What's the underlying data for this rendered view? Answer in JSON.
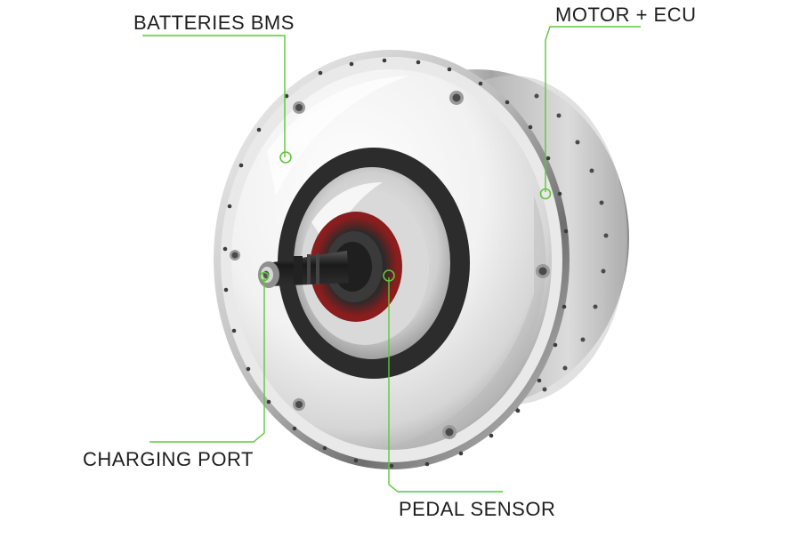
{
  "labels": {
    "batteries_bms": "BATTERIES BMS",
    "motor_ecu": "MOTOR + ECU",
    "charging_port": "CHARGING PORT",
    "pedal_sensor": "PEDAL SENSOR"
  },
  "colors": {
    "callout_green": "#5fc63b",
    "label_text": "#1e1e1e",
    "shell_highlight": "#fafafa",
    "shell_shadow": "#8c8c8c",
    "seal_ring": "#2c2c2c",
    "bearing_red": "#8a1d1d"
  },
  "icons": {
    "product": "hub-motor-illustration",
    "marker": "callout-circle-marker"
  }
}
